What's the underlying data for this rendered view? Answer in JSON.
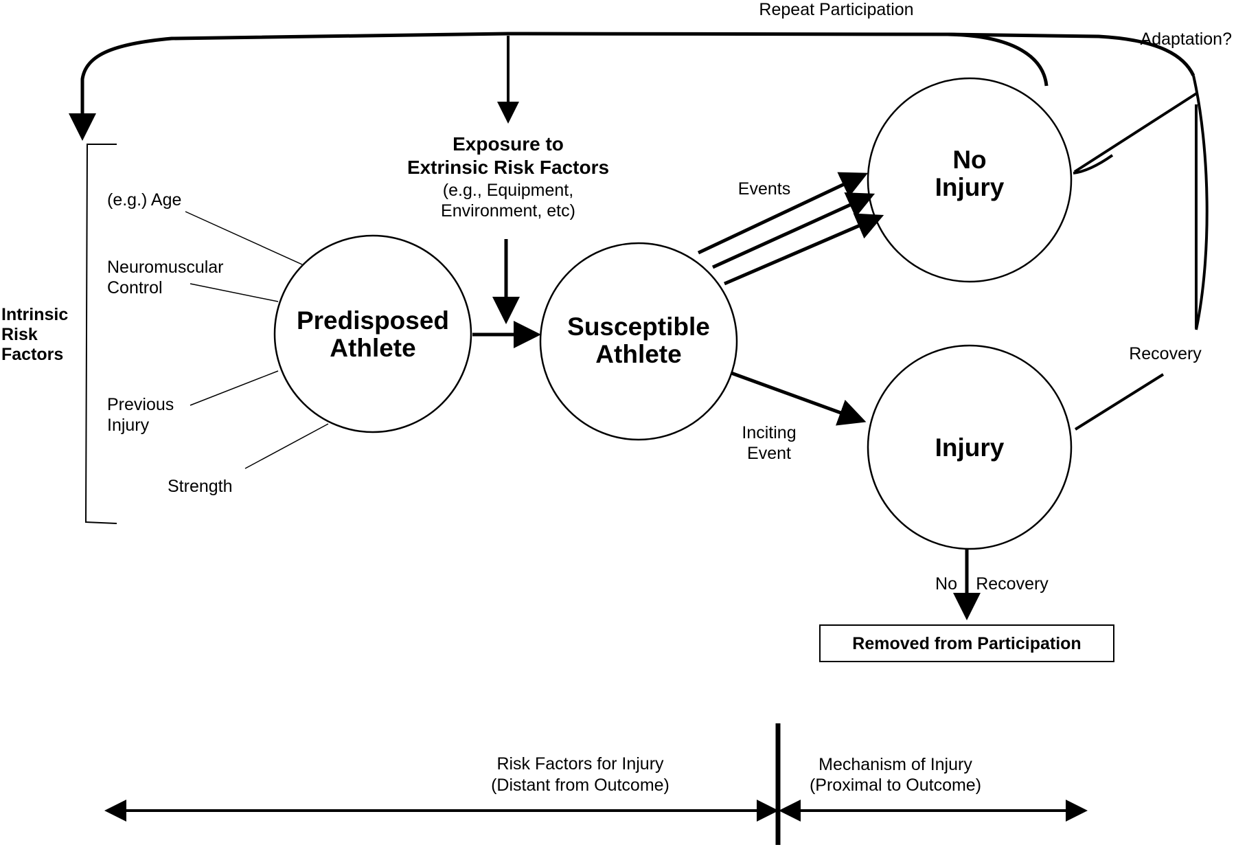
{
  "diagram": {
    "top_loop": {
      "repeat_participation": "Repeat Participation",
      "adaptation": "Adaptation?"
    },
    "intrinsic": {
      "line1": "Intrinsic",
      "line2": "Risk",
      "line3": "Factors",
      "factors": {
        "age": "(e.g.) Age",
        "neuro_line1": "Neuromuscular",
        "neuro_line2": "Control",
        "prev_line1": "Previous",
        "prev_line2": "Injury",
        "strength": "Strength"
      }
    },
    "extrinsic": {
      "title_line1": "Exposure to",
      "title_line2": "Extrinsic Risk Factors",
      "sub_line1": "(e.g., Equipment,",
      "sub_line2": "Environment, etc)"
    },
    "nodes": {
      "predisposed_line1": "Predisposed",
      "predisposed_line2": "Athlete",
      "susceptible_line1": "Susceptible",
      "susceptible_line2": "Athlete",
      "no_injury_line1": "No",
      "no_injury_line2": "Injury",
      "injury": "Injury"
    },
    "edges": {
      "events": "Events",
      "inciting_line1": "Inciting",
      "inciting_line2": "Event",
      "recovery": "Recovery",
      "no": "No",
      "recovery2": "Recovery"
    },
    "removed": "Removed from Participation",
    "timeline": {
      "left_line1": "Risk Factors for Injury",
      "left_line2": "(Distant from Outcome)",
      "right_line1": "Mechanism of Injury",
      "right_line2": "(Proximal to Outcome)"
    }
  }
}
